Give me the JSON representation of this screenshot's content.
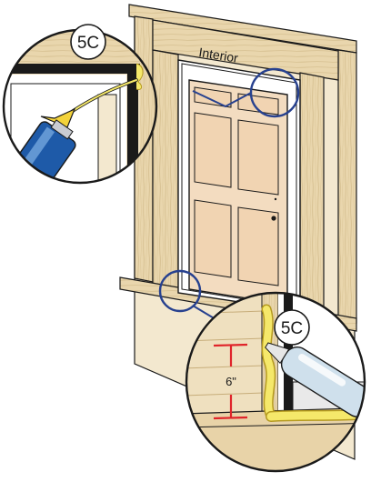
{
  "diagram": {
    "room_label": "Interior",
    "callout_top": {
      "step_badge": "5C"
    },
    "callout_bottom": {
      "step_badge": "5C",
      "dimension_label": "6\""
    },
    "colors": {
      "wood_light": "#efe0bf",
      "wood_stud": "#e8d3a8",
      "door_face": "#f3dcc0",
      "outline": "#1a1a1a",
      "callout_ring": "#27418f",
      "foam": "#f5e86a",
      "dimension_red": "#e0242a",
      "can_blue": "#1e5aa8"
    }
  }
}
